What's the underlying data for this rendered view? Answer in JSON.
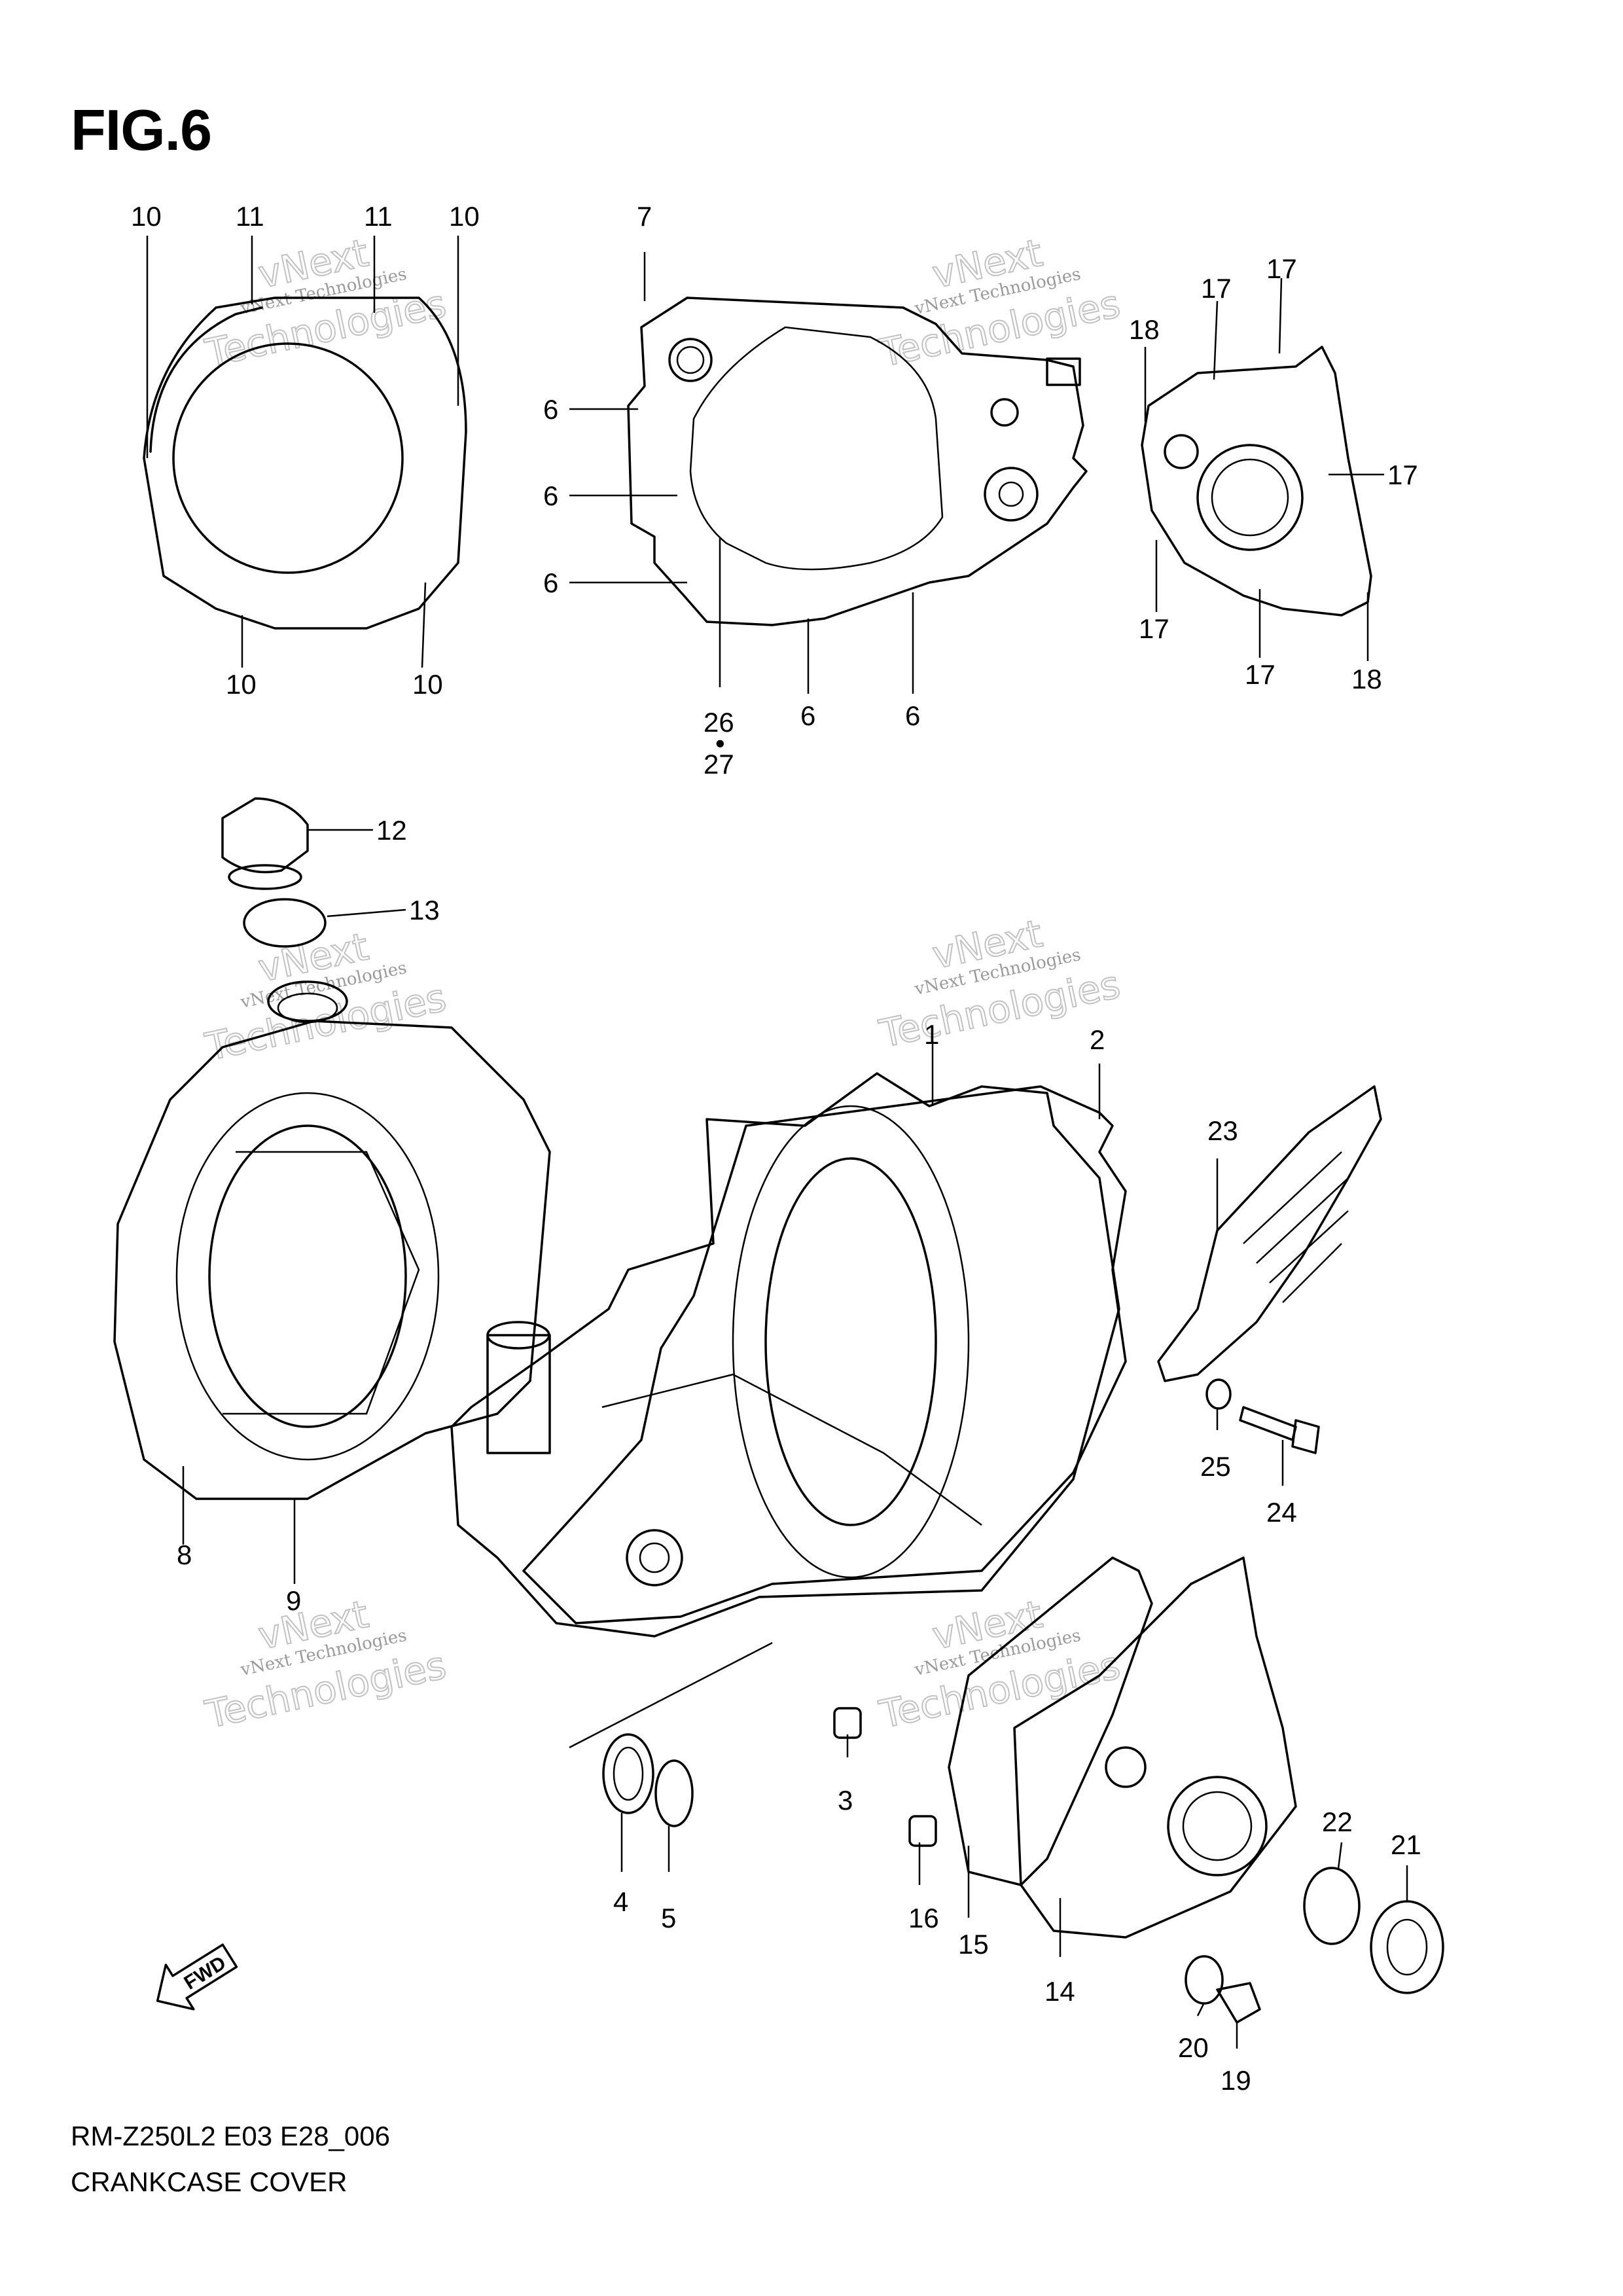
{
  "figure": {
    "title": "FIG.6",
    "code": "RM-Z250L2 E03 E28_006",
    "caption": "CRANKCASE COVER",
    "fwd_label": "FWD"
  },
  "watermark": {
    "line1": "vNext Technologies",
    "line2": "vNext",
    "line3": "Technologies"
  },
  "callouts": [
    "1",
    "2",
    "3",
    "4",
    "5",
    "6",
    "6",
    "6",
    "6",
    "6",
    "7",
    "8",
    "9",
    "10",
    "10",
    "10",
    "10",
    "11",
    "11",
    "12",
    "13",
    "14",
    "15",
    "16",
    "17",
    "17",
    "17",
    "17",
    "17",
    "18",
    "18",
    "19",
    "20",
    "21",
    "22",
    "23",
    "24",
    "25",
    "26",
    "•",
    "27"
  ],
  "icons": {
    "fwd_arrow": "fwd-arrow-icon"
  }
}
